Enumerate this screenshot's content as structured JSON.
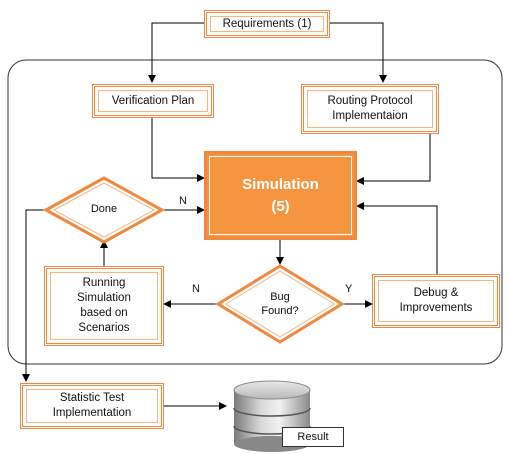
{
  "nodes": {
    "requirements": "Requirements (1)",
    "verification_plan": "Verification Plan",
    "routing_protocol": "Routing Protocol Implementaion",
    "simulation_line1": "Simulation",
    "simulation_line2": "(5)",
    "done": "Done",
    "bug_found_line1": "Bug",
    "bug_found_line2": "Found?",
    "running_simulation": "Running Simulation based on Scenarios",
    "debug_improvements": "Debug & Improvements",
    "statistic_test": "Statistic Test Implementation",
    "result": "Result"
  },
  "edge_labels": {
    "done_no": "N",
    "bug_no": "N",
    "bug_yes": "Y"
  },
  "colors": {
    "box_border": "#f0883d",
    "simulation_fill": "#f5953f",
    "line": "#000000",
    "group_border": "#333333"
  },
  "icons": {
    "database": "database-icon"
  }
}
